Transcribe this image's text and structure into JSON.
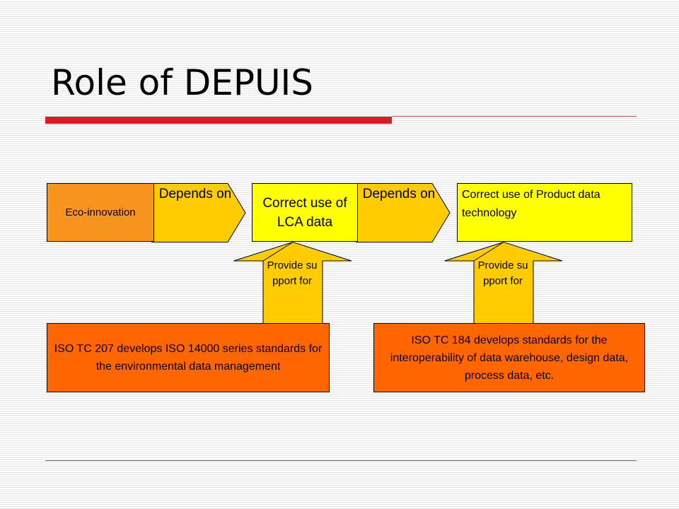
{
  "title": "Role of DEPUIS",
  "flow": {
    "eco_innovation": "Eco-innovation",
    "depends_on_1": "Depends on",
    "lca_data": "Correct use of LCA data",
    "depends_on_2": "Depends on",
    "product_data": "Correct use of Product data technology"
  },
  "support": {
    "provide_support_1": "Provide support for",
    "provide_support_2": "Provide support for"
  },
  "standards": {
    "iso_tc_207": "ISO TC 207 develops ISO 14000 series standards for the environmental data management",
    "iso_tc_184": "ISO TC 184 develops standards for the interoperability of data warehouse, design data, process data, etc."
  },
  "colors": {
    "eco_box": "#f7941d",
    "chevron": "#ffcc00",
    "yellow_box": "#ffff00",
    "iso_box": "#ff6600",
    "title_rule": "#d81e1e"
  }
}
